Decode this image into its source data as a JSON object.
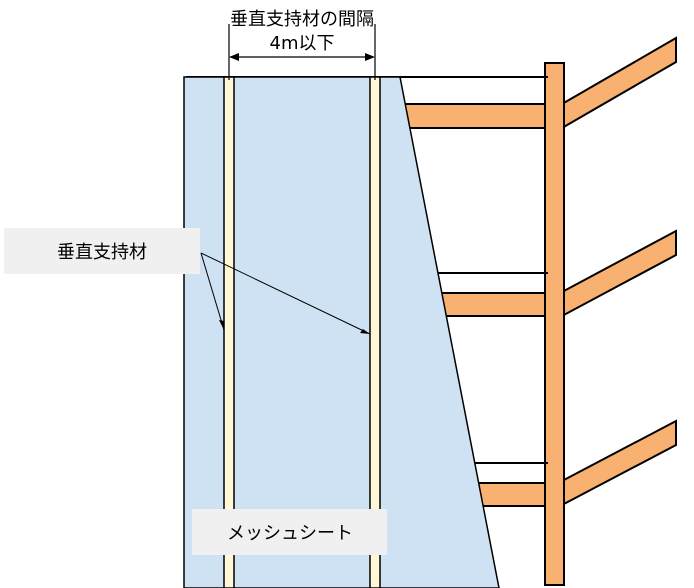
{
  "labels": {
    "spacing_title": "垂直支持材の間隔",
    "spacing_value": "4m以下",
    "vertical_support": "垂直支持材",
    "mesh_sheet": "メッシュシート"
  },
  "colors": {
    "mesh_fill": "#cfe2f3",
    "support_fill": "#fff7d6",
    "scaffold_orange": "#f8b170",
    "outline": "#000000",
    "callout_box": "#f0f0f0"
  }
}
